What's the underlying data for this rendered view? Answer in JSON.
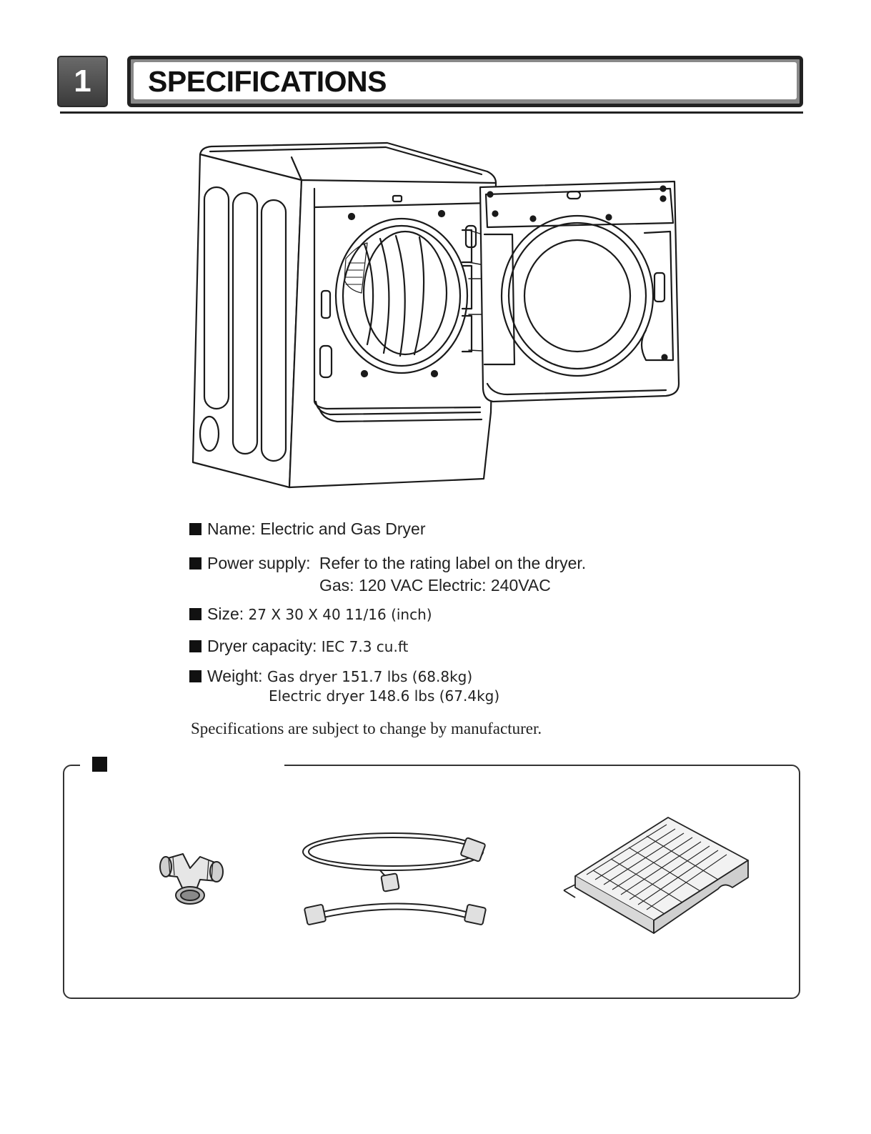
{
  "header": {
    "section_number": "1",
    "title": "SPECIFICATIONS"
  },
  "specs": {
    "name": {
      "label": "Name:",
      "value": "Electric and Gas Dryer"
    },
    "power": {
      "label": "Power supply:",
      "line1": "Refer to the rating label on the dryer.",
      "line2": "Gas: 120 VAC Electric: 240VAC"
    },
    "size": {
      "label": "Size:",
      "value": "27 X 30 X 40 11/16 (inch)"
    },
    "capacity": {
      "label": "Dryer capacity:",
      "value": "IEC 7.3 cu.ft"
    },
    "weight": {
      "label": "Weight:",
      "gas": "Gas dryer 151.7 lbs (68.8kg)",
      "electric": "Electric dryer 148.6 lbs (67.4kg)"
    }
  },
  "note": "Specifications are subject to change by manufacturer.",
  "accessories": {
    "items": [
      {
        "icon": "y-connector-icon"
      },
      {
        "icon": "water-hoses-icon"
      },
      {
        "icon": "drying-rack-icon"
      }
    ]
  }
}
